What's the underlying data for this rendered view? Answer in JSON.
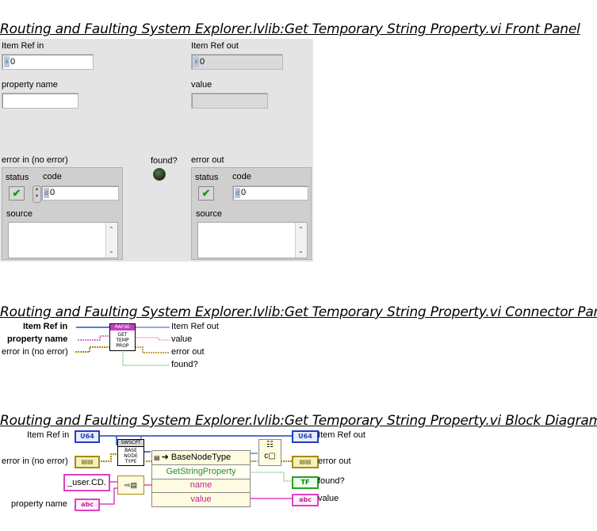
{
  "titles": {
    "front_panel": "Routing and Faulting System Explorer.lvlib:Get Temporary String Property.vi Front Panel",
    "connector_pane": "Routing and Faulting System Explorer.lvlib:Get Temporary String Property.vi Connector Pane",
    "block_diagram": "Routing and Faulting System Explorer.lvlib:Get Temporary String Property.vi Block Diagram"
  },
  "front_panel": {
    "item_ref_in": {
      "label": "Item Ref in",
      "value": "0",
      "radix": "x"
    },
    "item_ref_out": {
      "label": "Item Ref out",
      "value": "0",
      "radix": "x"
    },
    "property_name": {
      "label": "property name",
      "value": ""
    },
    "value": {
      "label": "value",
      "value": ""
    },
    "error_in": {
      "label": "error in (no error)",
      "status_label": "status",
      "code_label": "code",
      "code_value": "0",
      "source_label": "source",
      "radix": "d"
    },
    "found": {
      "label": "found?"
    },
    "error_out": {
      "label": "error out",
      "status_label": "status",
      "code_label": "code",
      "code_value": "0",
      "source_label": "source",
      "radix": "d"
    }
  },
  "connector_pane": {
    "inputs": [
      "Item Ref in",
      "property name",
      "error in (no error)"
    ],
    "outputs": [
      "Item Ref out",
      "value",
      "error out",
      "found?"
    ],
    "icon_banner": "RAFSE",
    "icon_text": "GET TEMP PROP"
  },
  "block_diagram": {
    "labels": {
      "item_ref_in": "Item Ref in",
      "error_in": "error in (no error)",
      "property_name": "property name",
      "item_ref_out": "Item Ref out",
      "error_out": "error out",
      "found": "found?",
      "value": "value"
    },
    "terminals": {
      "u64": "U64",
      "abc": "abc",
      "tf": "TF"
    },
    "constant": "_user.CD.",
    "swscpt_icon": {
      "banner": "SWSCPT",
      "text": "BASE NODE TYPE"
    },
    "property_node": {
      "class": "BaseNodeType",
      "method": "GetStringProperty",
      "params": [
        "name",
        "value"
      ]
    }
  }
}
